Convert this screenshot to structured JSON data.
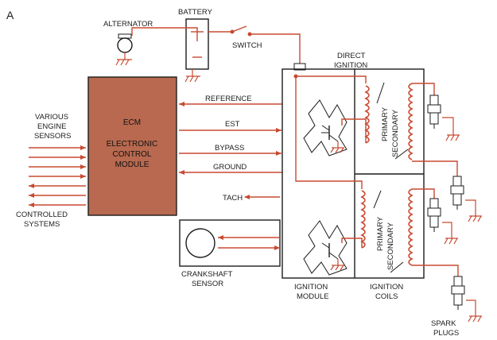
{
  "figure_letter": "A",
  "components": {
    "alternator": "ALTERNATOR",
    "battery": "BATTERY",
    "switch": "SWITCH",
    "direct_ignition": [
      "DIRECT",
      "IGNITION"
    ],
    "ecm": [
      "ECM",
      "ELECTRONIC",
      "CONTROL",
      "MODULE"
    ],
    "engine_sensors": [
      "VARIOUS",
      "ENGINE",
      "SENSORS"
    ],
    "controlled_systems": [
      "CONTROLLED",
      "SYSTEMS"
    ],
    "crankshaft_sensor": [
      "CRANKSHAFT",
      "SENSOR"
    ],
    "ignition_module": [
      "IGNITION",
      "MODULE"
    ],
    "ignition_coils": [
      "IGNITION",
      "COILS"
    ],
    "spark_plugs": [
      "SPARK",
      "PLUGS"
    ],
    "primary": "PRIMARY",
    "secondary": "SECONDARY"
  },
  "signals": {
    "reference": "REFERENCE",
    "est": "EST",
    "bypass": "BYPASS",
    "ground": "GROUND",
    "tach": "TACH"
  },
  "colors": {
    "wire": "#c84a30",
    "ecm_fill": "#b8694f",
    "outline": "#1c1c1c"
  }
}
